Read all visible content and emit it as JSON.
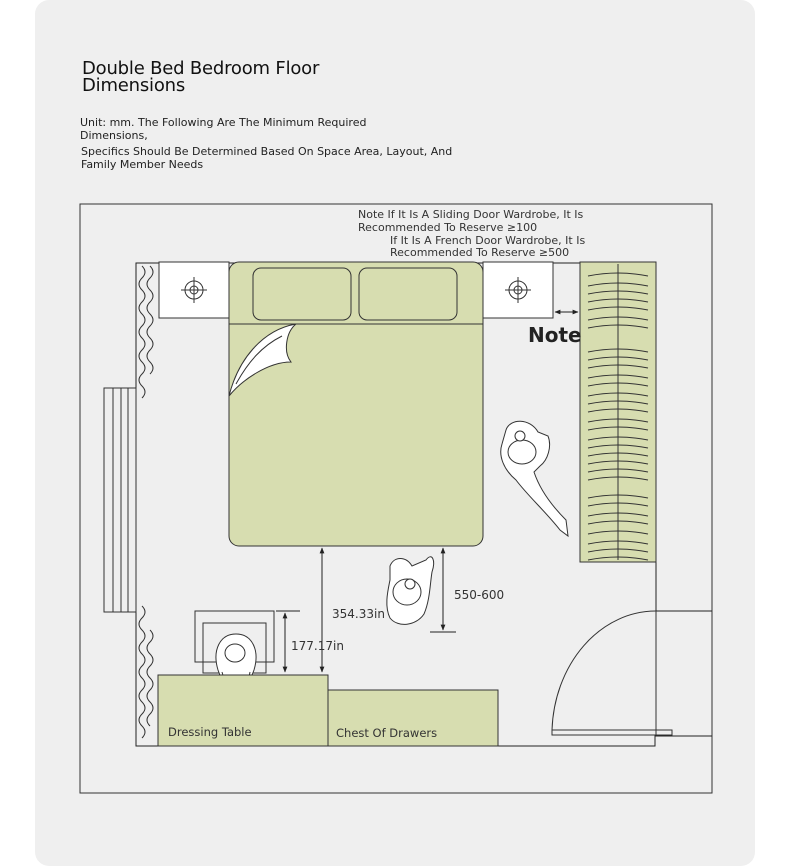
{
  "title": "Double Bed Bedroom Floor Dimensions",
  "subtitle_line1": "Unit: mm. The Following Are The Minimum Required Dimensions,",
  "subtitle_line2": "Specifics Should Be Determined Based On Space Area, Layout, And Family Member Needs",
  "note_sliding": "Note If It Is A Sliding Door Wardrobe, It Is Recommended To Reserve ≥100",
  "note_sliding_l1": "Note If It Is A Sliding Door Wardrobe, It Is",
  "note_sliding_l2": "Recommended To Reserve ≥100",
  "note_french_l1": "If It Is A French Door Wardrobe, It Is",
  "note_french_l2": "Recommended To Reserve ≥500",
  "note_label": "Note",
  "dim_bed_front": "550-600",
  "dim_bed_to_table": "354.33in",
  "dim_table_chair": "177.17in",
  "label_dressing_table": "Dressing Table",
  "label_chest": "Chest Of Drawers",
  "colors": {
    "furniture": "#d7ddb0",
    "wall": "#222222",
    "background": "#efefef"
  }
}
